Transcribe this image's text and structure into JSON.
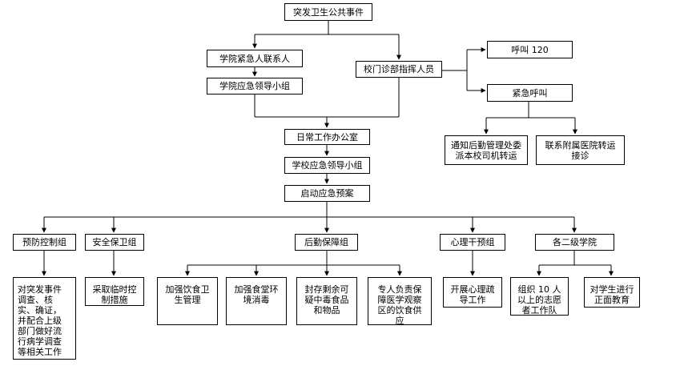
{
  "nodes": {
    "event": "突发卫生公共事件",
    "college_contact": "学院紧急人联系人",
    "college_group": "学院应急领导小组",
    "clinic_commander": "校门诊部指挥人员",
    "call_120": "呼叫 120",
    "emergency_call": "紧急呼叫",
    "notify_logistics": "通知后勤管理处委\n派本校司机转运",
    "contact_hospital": "联系附属医院转运\n接诊",
    "daily_office": "日常工作办公室",
    "school_group": "学校应急领导小组",
    "start_plan": "启动应急预案",
    "prevention": "预防控制组",
    "security": "安全保卫组",
    "logistics": "后勤保障组",
    "psych": "心理干预组",
    "colleges": "各二级学院",
    "prevention_task": "对突发事件\n调查、核\n实、确证，\n并配合上级\n部门做好流\n行病学调查\n等相关工作",
    "security_task": "采取临时控\n制措施",
    "canteen_hygiene": "加强饮食卫\n生管理",
    "canteen_disinfect": "加强食堂环\n境消毒",
    "seal_food": "封存剩余可\n疑中毒食品\n和物品",
    "observe_food": "专人负责保\n障医学观察\n区的饮食供\n应",
    "psych_task": "开展心理疏\n导工作",
    "volunteers": "组织 10 人\n以上的志愿\n者工作队",
    "education": "对学生进行\n正面教育"
  }
}
